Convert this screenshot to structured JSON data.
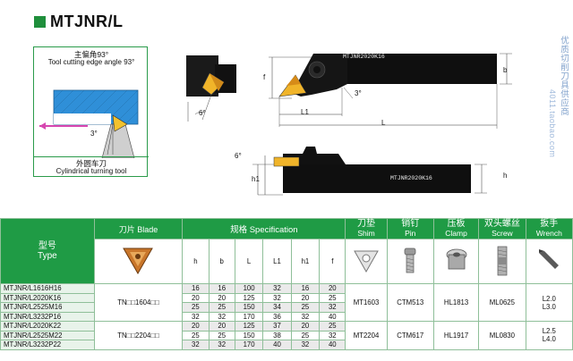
{
  "title": "MTJNR/L",
  "info_box": {
    "angle_cn": "主偏角93°",
    "angle_en": "Tool cutting edge angle 93°",
    "angle_small": "3°",
    "turning_cn": "外圆车刀",
    "turning_en": "Cylindrical turning tool"
  },
  "dims": {
    "f": "f",
    "b": "b",
    "l1": "L1",
    "l": "L",
    "h": "h",
    "h1": "h1",
    "deg3": "3°",
    "deg6a": "6°",
    "deg6b": "6°"
  },
  "holder_text": "MTJNR2020K16",
  "watermark": {
    "line1": "优质切削刀具供应商",
    "line2": "4011.taobao.com"
  },
  "table": {
    "header": {
      "type_cn": "型号",
      "type_en": "Type",
      "blade": "刀片 Blade",
      "spec": "规格 Specification",
      "shim_cn": "刀垫",
      "shim_en": "Shim",
      "pin_cn": "销钉",
      "pin_en": "Pin",
      "clamp_cn": "压板",
      "clamp_en": "Clamp",
      "screw_cn": "双头螺丝",
      "screw_en": "Screw",
      "wrench_cn": "扳手",
      "wrench_en": "Wrench"
    },
    "spec_cols": [
      "h",
      "b",
      "L",
      "L1",
      "h1",
      "f"
    ],
    "rows": [
      {
        "type": "MTJNR/L1616H16",
        "vals": [
          "16",
          "16",
          "100",
          "32",
          "16",
          "20"
        ]
      },
      {
        "type": "MTJNR/L2020K16",
        "vals": [
          "20",
          "20",
          "125",
          "32",
          "20",
          "25"
        ]
      },
      {
        "type": "MTJNR/L2525M16",
        "vals": [
          "25",
          "25",
          "150",
          "34",
          "25",
          "32"
        ]
      },
      {
        "type": "MTJNR/L3232P16",
        "vals": [
          "32",
          "32",
          "170",
          "36",
          "32",
          "40"
        ]
      },
      {
        "type": "MTJNR/L2020K22",
        "vals": [
          "20",
          "20",
          "125",
          "37",
          "20",
          "25"
        ]
      },
      {
        "type": "MTJNR/L2525M22",
        "vals": [
          "25",
          "25",
          "150",
          "38",
          "25",
          "32"
        ]
      },
      {
        "type": "MTJNR/L3232P22",
        "vals": [
          "32",
          "32",
          "170",
          "40",
          "32",
          "40"
        ]
      }
    ],
    "groups": [
      {
        "blade": "TN□□1604□□",
        "shim": "MT1603",
        "pin": "CTM513",
        "clamp": "HL1813",
        "screw": "ML0625",
        "wrench1": "L2.0",
        "wrench2": "L3.0"
      },
      {
        "blade": "TN□□2204□□",
        "shim": "MT2204",
        "pin": "CTM617",
        "clamp": "HL1917",
        "screw": "ML0830",
        "wrench1": "L2.5",
        "wrench2": "L4.0"
      }
    ]
  }
}
